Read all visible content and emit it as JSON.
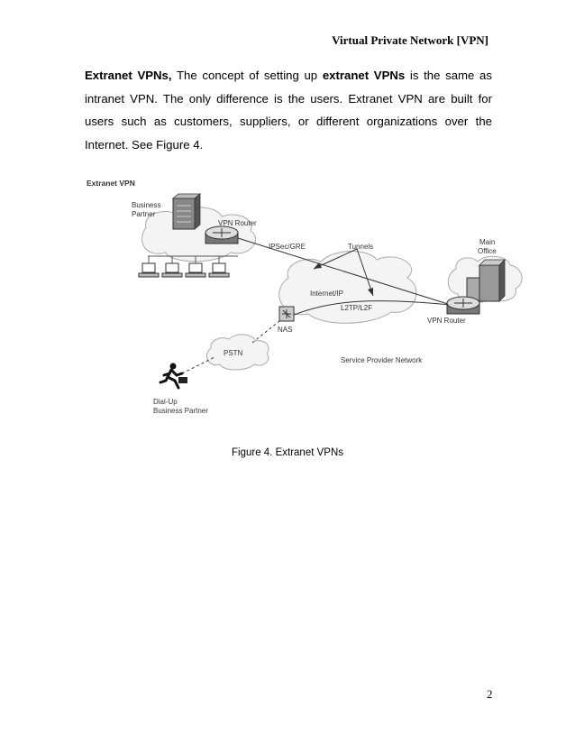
{
  "header": {
    "title": "Virtual Private Network [VPN]"
  },
  "paragraph": {
    "lead_bold": "Extranet VPNs,",
    "text1": " The concept of setting up ",
    "bold2": "extranet VPNs",
    "text2": " is the same as intranet VPN.  The only difference is the users.  Extranet VPN are built for users such as customers, suppliers, or different organizations over the Internet.  See Figure 4."
  },
  "figure": {
    "title": "Extranet VPN",
    "labels": {
      "business_partner_1": "Business",
      "business_partner_2": "Partner",
      "vpn_router_left": "VPN Router",
      "ipsec_gre": "IPSec/GRE",
      "tunnels": "Tunnels",
      "main_office_1": "Main",
      "main_office_2": "Office",
      "internet_ip": "Internet/IP",
      "l2tp_l2f": "L2TP/L2F",
      "vpn_router_right": "VPN Router",
      "nas": "NAS",
      "pstn": "PSTN",
      "service_provider_network": "Service Provider Network",
      "dialup_1": "Dial-Up",
      "dialup_2": "Business Partner"
    },
    "caption": "Figure 4. Extranet VPNs"
  },
  "footer": {
    "page_number": "2"
  }
}
